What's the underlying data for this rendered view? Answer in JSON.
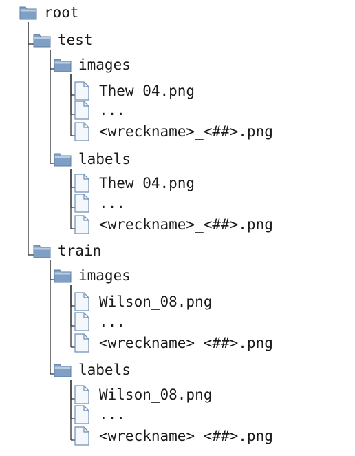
{
  "tree": {
    "nodes": [
      {
        "type": "folder",
        "depth": 0,
        "label": "root"
      },
      {
        "type": "folder",
        "depth": 1,
        "label": "test"
      },
      {
        "type": "folder",
        "depth": 2,
        "label": "images"
      },
      {
        "type": "file",
        "depth": 3,
        "label": "Thew_04.png"
      },
      {
        "type": "file",
        "depth": 3,
        "label": "..."
      },
      {
        "type": "file",
        "depth": 3,
        "label": "<wreckname>_<##>.png"
      },
      {
        "type": "folder",
        "depth": 2,
        "label": "labels"
      },
      {
        "type": "file",
        "depth": 3,
        "label": "Thew_04.png"
      },
      {
        "type": "file",
        "depth": 3,
        "label": "..."
      },
      {
        "type": "file",
        "depth": 3,
        "label": "<wreckname>_<##>.png"
      },
      {
        "type": "folder",
        "depth": 1,
        "label": "train"
      },
      {
        "type": "folder",
        "depth": 2,
        "label": "images"
      },
      {
        "type": "file",
        "depth": 3,
        "label": "Wilson_08.png"
      },
      {
        "type": "file",
        "depth": 3,
        "label": "..."
      },
      {
        "type": "file",
        "depth": 3,
        "label": "<wreckname>_<##>.png"
      },
      {
        "type": "folder",
        "depth": 2,
        "label": "labels"
      },
      {
        "type": "file",
        "depth": 3,
        "label": "Wilson_08.png"
      },
      {
        "type": "file",
        "depth": 3,
        "label": "..."
      },
      {
        "type": "file",
        "depth": 3,
        "label": "<wreckname>_<##>.png"
      }
    ]
  },
  "colors": {
    "folder_top": "#b9cde3",
    "folder_body": "#7f9fc4",
    "folder_edge": "#5d7ea6",
    "file_fill": "#f4f7fb",
    "file_edge": "#6f8fb5",
    "line": "#333333",
    "text": "#1a1a1a"
  },
  "icons": {
    "folder": "folder-icon",
    "file": "file-icon"
  }
}
